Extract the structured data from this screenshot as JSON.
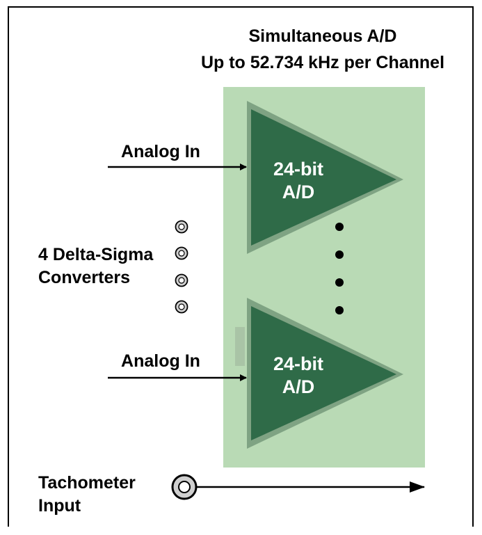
{
  "header": {
    "line1": "Simultaneous A/D",
    "line2": "Up to 52.734 kHz per Channel"
  },
  "converters": [
    {
      "input_label": "Analog In",
      "bits_label": "24-bit",
      "type_label": "A/D"
    },
    {
      "input_label": "Analog In",
      "bits_label": "24-bit",
      "type_label": "A/D"
    }
  ],
  "delta_sigma": {
    "line1": "4 Delta-Sigma",
    "line2": "Converters",
    "connector_count": 4
  },
  "tachometer": {
    "line1": "Tachometer",
    "line2": "Input"
  },
  "colors": {
    "panel_green": "#b9dab5",
    "triangle_green": "#2f6b48",
    "triangle_border": "#7fa383",
    "frame": "#000000",
    "text": "#000000",
    "text_on_triangle": "#ffffff"
  }
}
